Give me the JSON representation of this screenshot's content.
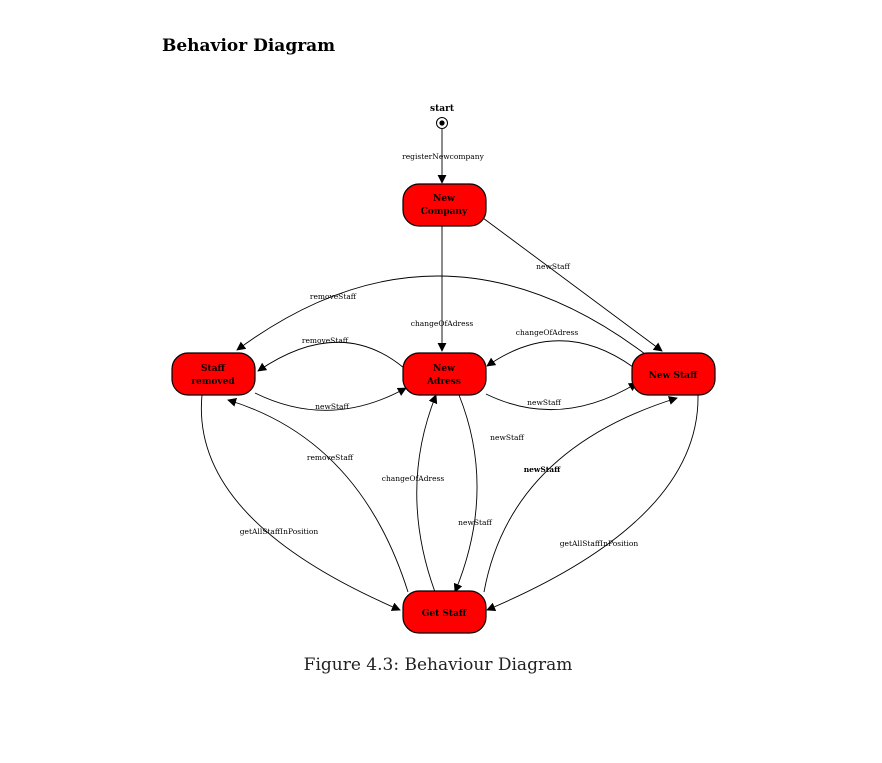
{
  "page": {
    "heading": "Behavior Diagram",
    "caption": "Figure 4.3: Behaviour Diagram"
  },
  "colors": {
    "state_fill": "#ff0000",
    "stroke": "#000000"
  },
  "diagram": {
    "start": {
      "label": "start"
    },
    "states": {
      "new_company": {
        "line1": "New",
        "line2": "Company"
      },
      "staff_removed": {
        "line1": "Staff",
        "line2": "removed"
      },
      "new_adress": {
        "line1": "New",
        "line2": "Adress"
      },
      "new_staff": {
        "line1": "New Staff"
      },
      "get_staff": {
        "line1": "Get Staff"
      }
    },
    "transitions": {
      "register_new_company": "registerNewcompany",
      "company_to_new_staff": "newStaff",
      "company_to_adress": "changeOfAdress",
      "new_staff_to_removed": "removeStaff",
      "adress_to_removed": "removeStaff",
      "new_staff_to_adress": "changeOfAdress",
      "removed_to_adress": "newStaff",
      "adress_to_new_staff": "newStaff",
      "get_staff_to_removed": "removeStaff",
      "adress_to_get_staff_outer": "newStaff",
      "get_staff_to_adress": "changeOfAdress",
      "adress_to_get_staff_inner": "newStaff",
      "get_staff_to_new_staff": "newStaff",
      "removed_to_get_staff": "getAllStaffInPosition",
      "new_staff_to_get_staff": "getAllStaffInPosition"
    }
  }
}
